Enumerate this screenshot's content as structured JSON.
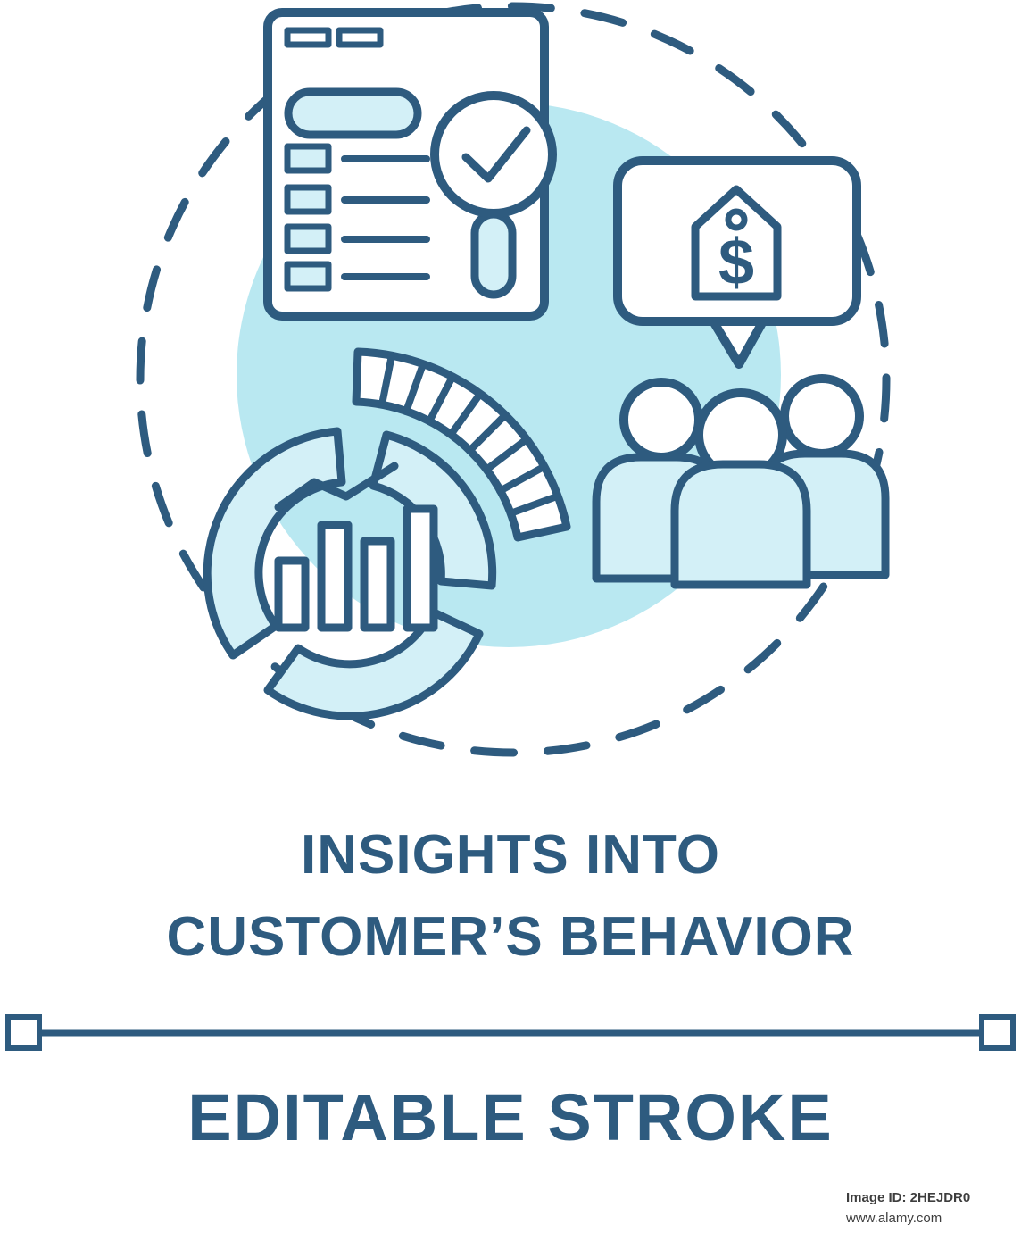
{
  "colors": {
    "stroke": "#2e5b7f",
    "icon_fill": "#d3f0f7",
    "circle_fill": "#b9e8f1",
    "watermark_text": "#3e3e3e",
    "background": "#ffffff"
  },
  "title": {
    "line1": "INSIGHTS INTO",
    "line2": "CUSTOMER’S BEHAVIOR"
  },
  "stroke_label": "EDITABLE STROKE",
  "glyphs": {
    "dollar": "$"
  },
  "icons": [
    "dashed-border-circle",
    "background-circle",
    "document-check-icon",
    "magnifier-check-icon",
    "price-tag-bubble-icon",
    "customers-group-icon",
    "analytics-donut-chart-icon",
    "gauge-arc-icon",
    "bar-chart-icon",
    "trend-line-icon"
  ],
  "watermark": {
    "image_id": "Image ID: 2HEJDR0",
    "url": "www.alamy.com"
  }
}
